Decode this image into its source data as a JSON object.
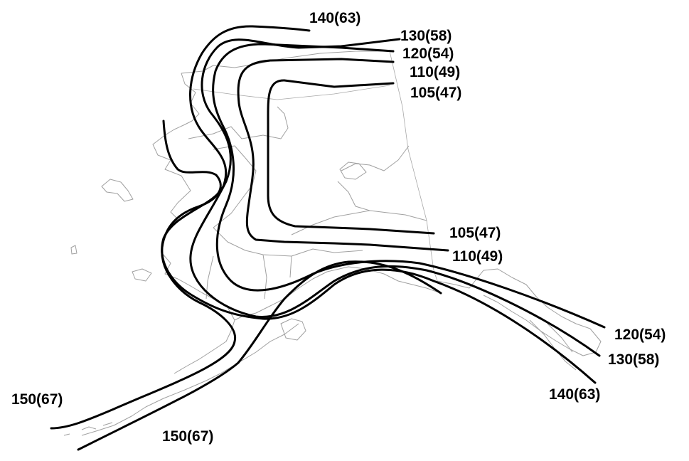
{
  "map": {
    "contours": [
      {
        "id": "105",
        "label": "105(47)"
      },
      {
        "id": "110",
        "label": "110(49)"
      },
      {
        "id": "120",
        "label": "120(54)"
      },
      {
        "id": "130",
        "label": "130(58)"
      },
      {
        "id": "140",
        "label": "140(63)"
      },
      {
        "id": "150",
        "label": "150(67)"
      }
    ],
    "labels": [
      {
        "contour": "140",
        "text": "140(63)"
      },
      {
        "contour": "130",
        "text": "130(58)"
      },
      {
        "contour": "120",
        "text": "120(54)"
      },
      {
        "contour": "110",
        "text": "110(49)"
      },
      {
        "contour": "105",
        "text": "105(47)"
      },
      {
        "contour": "105",
        "text": "105(47)"
      },
      {
        "contour": "110",
        "text": "110(49)"
      },
      {
        "contour": "120",
        "text": "120(54)"
      },
      {
        "contour": "130",
        "text": "130(58)"
      },
      {
        "contour": "140",
        "text": "140(63)"
      },
      {
        "contour": "150",
        "text": "150(67)"
      },
      {
        "contour": "150",
        "text": "150(67)"
      }
    ],
    "colors": {
      "contour": "#000000",
      "boundary": "#a0a0a0",
      "background": "#ffffff"
    }
  }
}
